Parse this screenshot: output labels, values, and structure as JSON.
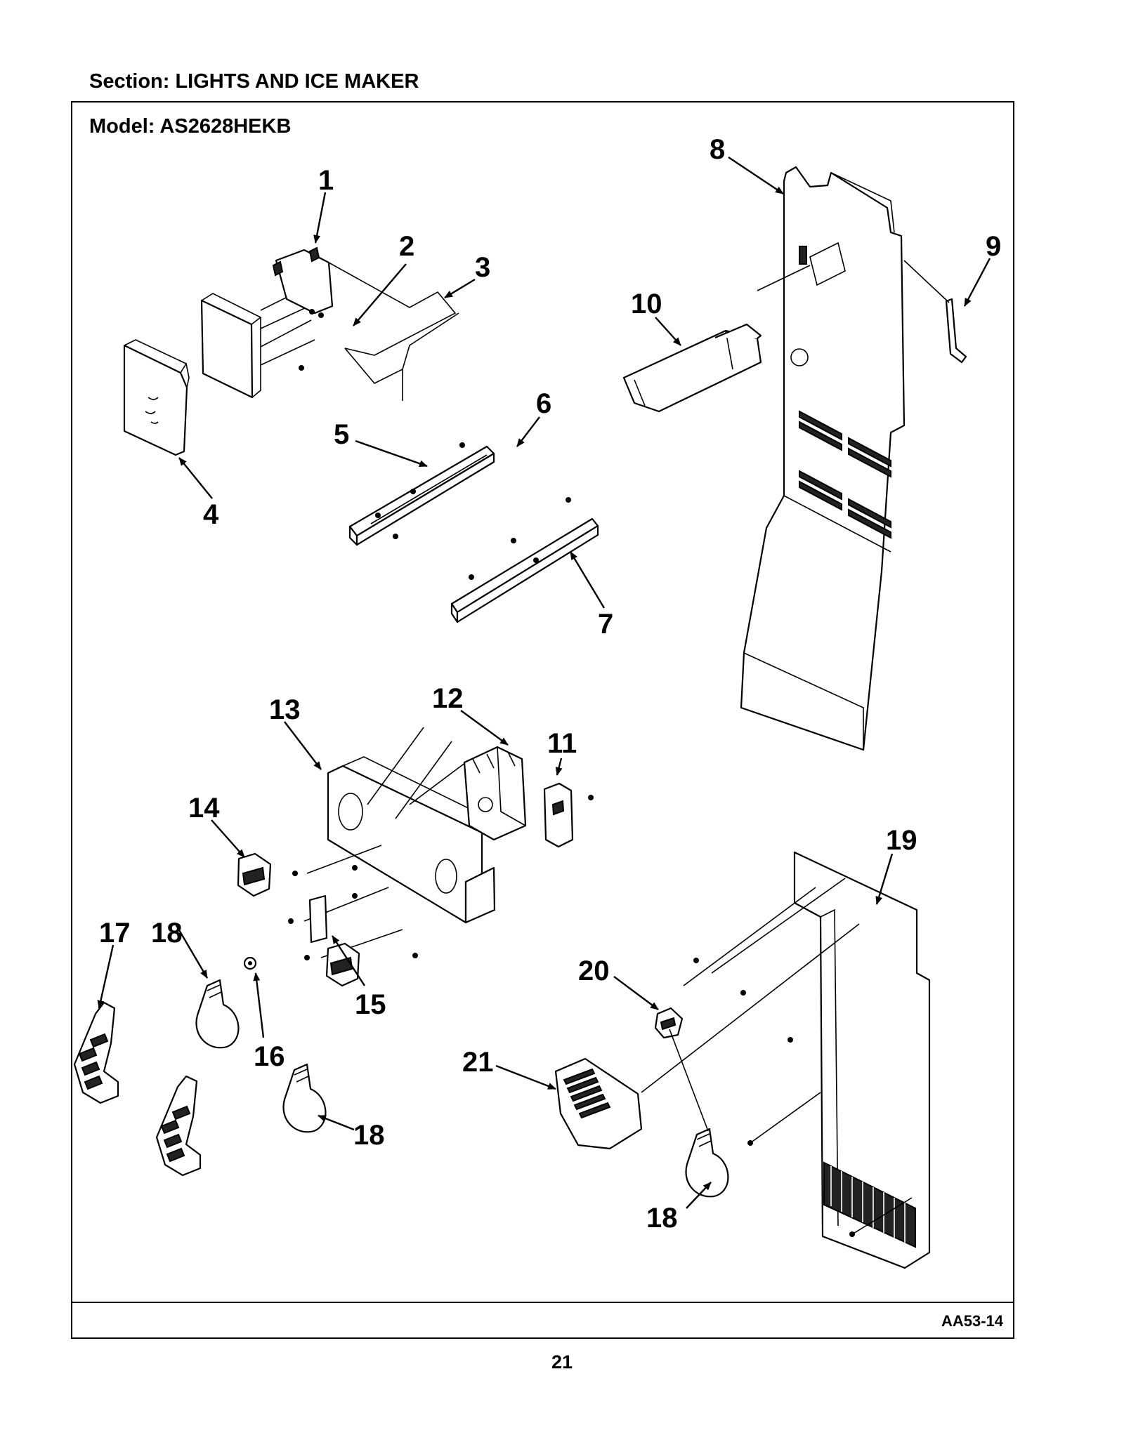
{
  "header": {
    "section_text": "Section:  LIGHTS AND ICE MAKER"
  },
  "frame": {
    "model_text": "Model:  AS2628HEKB",
    "diagram_code": "AA53-14"
  },
  "page": {
    "number": "21"
  },
  "callouts": {
    "c1": "1",
    "c2": "2",
    "c3": "3",
    "c4": "4",
    "c5": "5",
    "c6": "6",
    "c7": "7",
    "c8": "8",
    "c9": "9",
    "c10": "10",
    "c11": "11",
    "c12": "12",
    "c13": "13",
    "c14": "14",
    "c15": "15",
    "c16": "16",
    "c17": "17",
    "c18a": "18",
    "c18b": "18",
    "c18c": "18",
    "c19": "19",
    "c20": "20",
    "c21": "21"
  }
}
